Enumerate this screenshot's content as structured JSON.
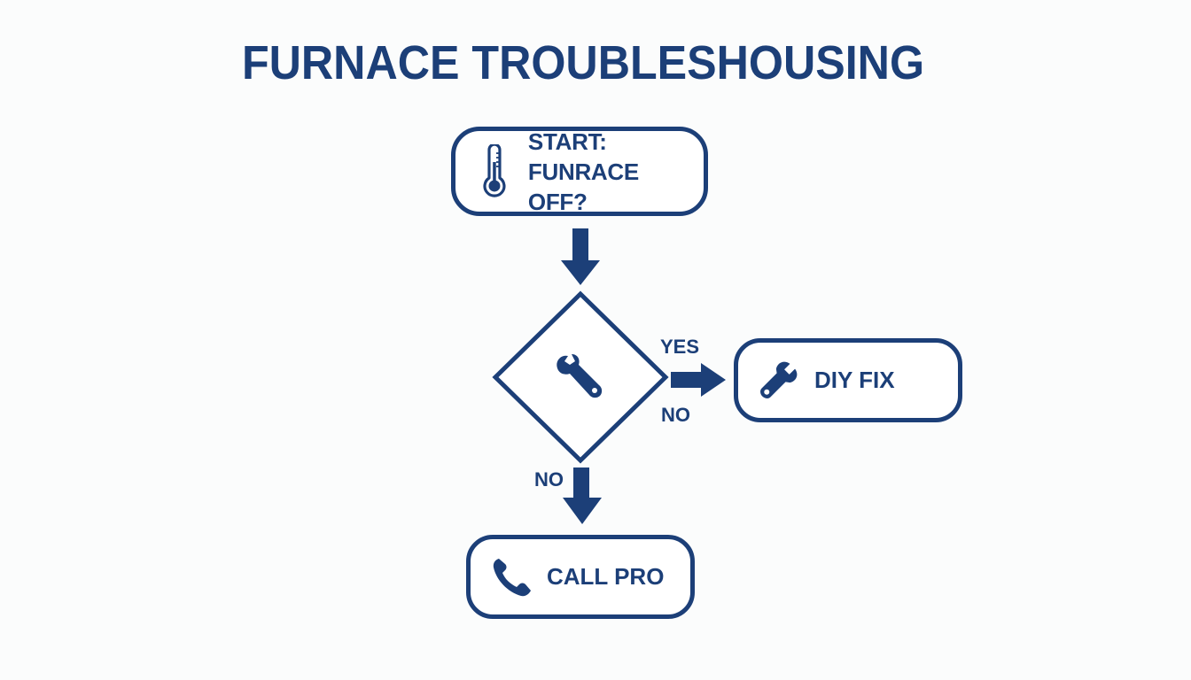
{
  "title": "FURNACE TROUBLESHOUSING",
  "colors": {
    "primary": "#1c3f78",
    "background": "#fbfcfc",
    "node_fill": "#ffffff"
  },
  "nodes": {
    "start": {
      "icon": "thermometer-icon",
      "line1": "START:",
      "line2": "FUNRACE OFF?"
    },
    "decision": {
      "icon": "wrench-icon",
      "shape": "diamond"
    },
    "diy": {
      "icon": "wrench-icon",
      "label": "DIY FIX"
    },
    "call": {
      "icon": "phone-icon",
      "label": "CALL PRO"
    }
  },
  "edges": {
    "start_to_decision": {
      "label": ""
    },
    "decision_to_diy": {
      "label_above": "YES",
      "label_below": "NO"
    },
    "decision_to_call": {
      "label": "NO"
    }
  }
}
